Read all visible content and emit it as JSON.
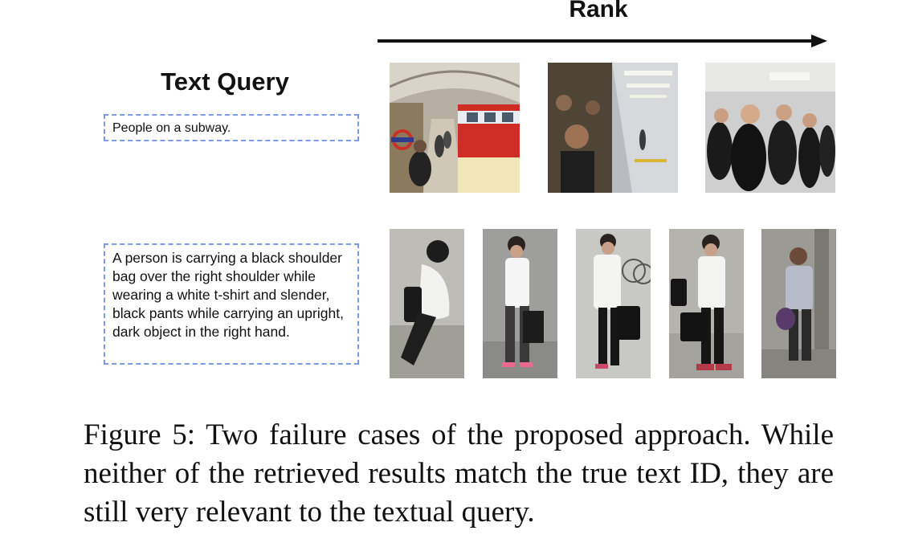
{
  "figure": {
    "rank_label": "Rank",
    "query_heading": "Text Query",
    "queries": [
      {
        "text": "People on a subway.",
        "results": [
          {
            "icon": "subway-platform-photo"
          },
          {
            "icon": "subway-car-interior-photo"
          },
          {
            "icon": "commuters-crowd-photo"
          }
        ]
      },
      {
        "text": "A person is carrying a black shoulder bag over the right shoulder while wearing a white t-shirt and slender, black pants while carrying an upright, dark object in the right hand.",
        "results": [
          {
            "icon": "pedestrian-overhead-photo"
          },
          {
            "icon": "pedestrian-white-shirt-photo"
          },
          {
            "icon": "pedestrian-black-bag-photo"
          },
          {
            "icon": "pedestrian-walking-photo"
          },
          {
            "icon": "pedestrian-purple-bag-photo"
          }
        ]
      }
    ]
  },
  "caption": "Figure 5:  Two failure cases of the proposed approach. While neither of the retrieved results match the true text ID, they are still very relevant to the textual query."
}
